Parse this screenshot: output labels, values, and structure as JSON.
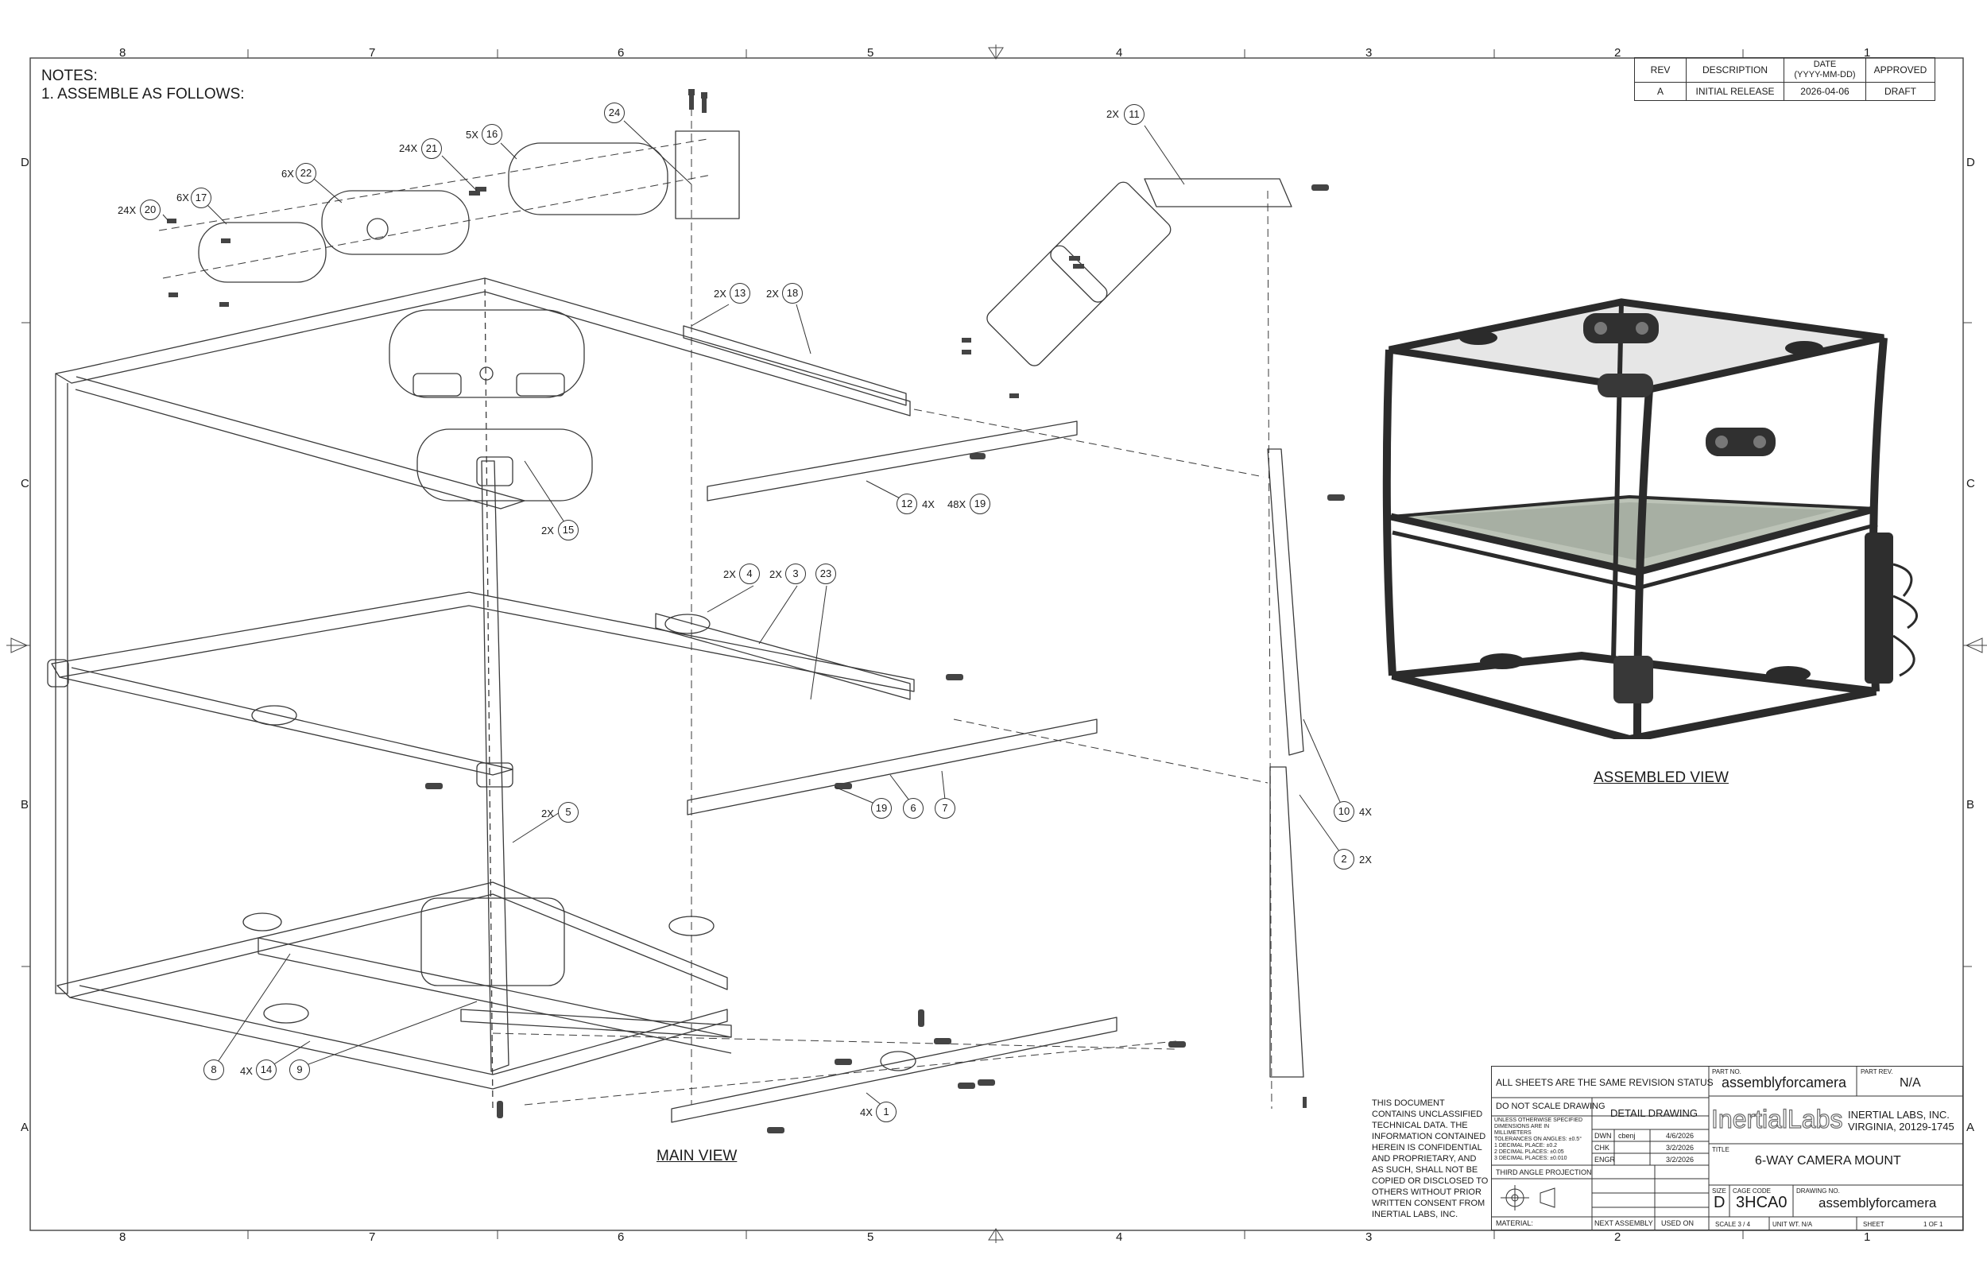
{
  "notes": {
    "title": "NOTES:",
    "line1": "1. ASSEMBLE AS FOLLOWS:"
  },
  "zones": {
    "columns": [
      "8",
      "7",
      "6",
      "5",
      "4",
      "3",
      "2",
      "1"
    ],
    "rows": [
      "D",
      "C",
      "B",
      "A"
    ]
  },
  "views": {
    "main": "MAIN VIEW",
    "assembled": "ASSEMBLED VIEW"
  },
  "callouts": [
    {
      "num": "24",
      "qty": ""
    },
    {
      "num": "11",
      "qty": "2X"
    },
    {
      "num": "21",
      "qty": "24X"
    },
    {
      "num": "16",
      "qty": "5X"
    },
    {
      "num": "22",
      "qty": "6X"
    },
    {
      "num": "17",
      "qty": "6X"
    },
    {
      "num": "20",
      "qty": "24X"
    },
    {
      "num": "13",
      "qty": "2X"
    },
    {
      "num": "18",
      "qty": "2X"
    },
    {
      "num": "15",
      "qty": "2X"
    },
    {
      "num": "12",
      "qty": "4X"
    },
    {
      "num": "19",
      "qty": "48X"
    },
    {
      "num": "4",
      "qty": "2X"
    },
    {
      "num": "3",
      "qty": "2X"
    },
    {
      "num": "23",
      "qty": ""
    },
    {
      "num": "5",
      "qty": "2X"
    },
    {
      "num": "19",
      "qty": ""
    },
    {
      "num": "6",
      "qty": ""
    },
    {
      "num": "7",
      "qty": ""
    },
    {
      "num": "10",
      "qty": "4X"
    },
    {
      "num": "2",
      "qty": "2X"
    },
    {
      "num": "8",
      "qty": ""
    },
    {
      "num": "14",
      "qty": "4X"
    },
    {
      "num": "9",
      "qty": ""
    },
    {
      "num": "1",
      "qty": "4X"
    }
  ],
  "revision_table": {
    "headers": [
      "REV",
      "DESCRIPTION",
      "DATE\n(YYYY-MM-DD)",
      "APPROVED"
    ],
    "date_header_1": "DATE",
    "date_header_2": "(YYYY-MM-DD)",
    "rows": [
      [
        "A",
        "INITIAL RELEASE",
        "2026-04-06",
        "DRAFT"
      ]
    ]
  },
  "title_block": {
    "disclaimer": [
      "THIS DOCUMENT",
      "CONTAINS UNCLASSIFIED",
      "TECHNICAL DATA. THE",
      "INFORMATION CONTAINED",
      "HEREIN IS CONFIDENTIAL",
      "AND PROPRIETARY, AND",
      "AS SUCH, SHALL NOT BE",
      "COPIED OR DISCLOSED TO",
      "OTHERS WITHOUT PRIOR",
      "WRITTEN CONSENT FROM",
      "INERTIAL LABS, INC."
    ],
    "revision_status": "ALL SHEETS ARE THE SAME REVISION STATUS",
    "do_not_scale": "DO NOT SCALE DRAWING",
    "detail_drawing": "DETAIL DRAWING",
    "tolerances": [
      "UNLESS OTHERWISE SPECIFIED",
      "DIMENSIONS ARE IN",
      "MILLIMETERS",
      "TOLERANCES ON ANGLES: ±0.5°",
      "1 DECIMAL PLACE: ±0.2",
      "2 DECIMAL PLACES: ±0.05",
      "3 DECIMAL PLACES: ±0.010"
    ],
    "dwn_label": "DWN",
    "dwn_name": "cbenj",
    "dwn_date": "4/6/2026",
    "chk_label": "CHK",
    "chk_date": "3/2/2026",
    "engr_label": "ENGR",
    "engr_date": "3/2/2026",
    "projection": "THIRD ANGLE PROJECTION",
    "material": "MATERIAL:",
    "next_assembly": "NEXT ASSEMBLY",
    "used_on": "USED ON",
    "part_no_label": "PART NO.",
    "part_no": "assemblyforcamera",
    "part_rev_label": "PART REV.",
    "part_rev": "N/A",
    "company_logo": "InertialLabs",
    "company_name": "INERTIAL LABS, INC.",
    "company_address": "VIRGINIA, 20129-1745",
    "title_label": "TITLE",
    "title": "6-WAY CAMERA MOUNT",
    "size_label": "SIZE",
    "size": "D",
    "cage_label": "CAGE CODE",
    "cage": "3HCA0",
    "drawing_no_label": "DRAWING NO.",
    "drawing_no": "assemblyforcamera",
    "scale": "SCALE 3 / 4",
    "unit_wt": "UNIT WT. N/A",
    "sheet_label": "SHEET",
    "sheet": "1  OF  1"
  },
  "colors": {
    "line": "#333333",
    "frame_dark": "#2b2b2b",
    "glass": "#b9c0b6"
  }
}
